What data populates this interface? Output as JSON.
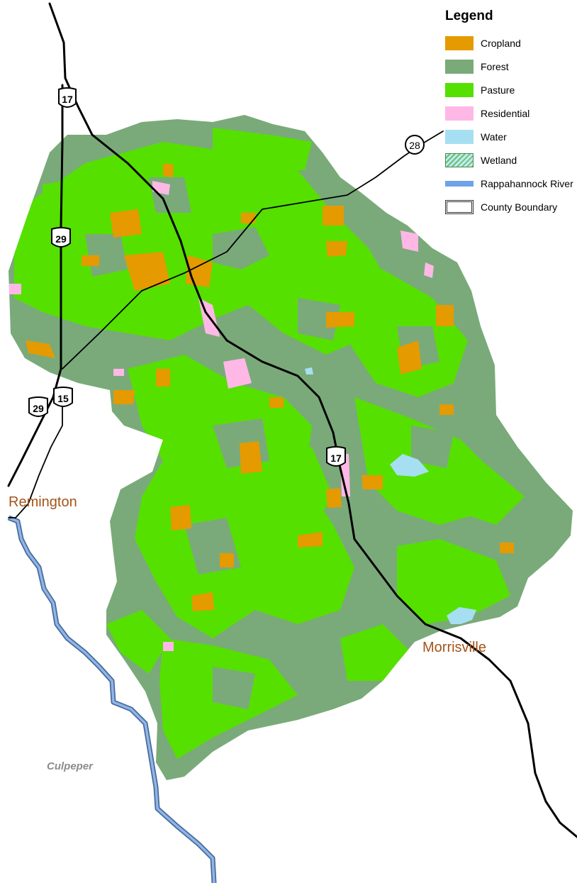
{
  "legend": {
    "title": "Legend",
    "items": [
      {
        "label": "Cropland",
        "color": "#e59a00",
        "kind": "fill"
      },
      {
        "label": "Forest",
        "color": "#7aaa7a",
        "kind": "fill"
      },
      {
        "label": "Pasture",
        "color": "#55e000",
        "kind": "fill"
      },
      {
        "label": "Residential",
        "color": "#ffb8e6",
        "kind": "fill"
      },
      {
        "label": "Water",
        "color": "#a6dff2",
        "kind": "fill"
      },
      {
        "label": "Wetland",
        "color": "#8ed6e8",
        "kind": "hatch"
      },
      {
        "label": "Rappahannock River",
        "color": "#6fa3e8",
        "kind": "river"
      },
      {
        "label": "County Boundary",
        "color": "#333333",
        "kind": "boundary"
      }
    ]
  },
  "places": {
    "remington": "Remington",
    "morrisville": "Morrisville",
    "culpeper": "Culpeper"
  },
  "shields": {
    "us17_north": "17",
    "us17_south": "17",
    "us29_north": "29",
    "us29_south": "29",
    "us15": "15",
    "va28": "28"
  },
  "colors": {
    "forest": "#7aaa7a",
    "pasture": "#55e000",
    "cropland": "#e59a00",
    "residential": "#ffb8e6",
    "water": "#a6dff2",
    "river": "#6fa3e8",
    "road": "#000000",
    "town_label": "#a4541a",
    "county_label": "#8c8c8c"
  }
}
